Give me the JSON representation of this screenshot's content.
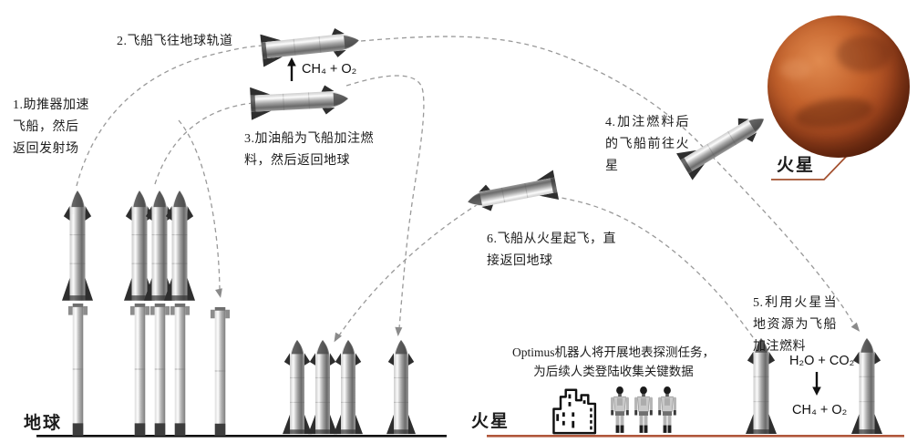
{
  "diagram": {
    "earth_label": "地球",
    "mars_surface_label": "火星",
    "mars_planet_label": "火星",
    "steps": {
      "step1": "1.助推器加速飞船，然后返回发射场",
      "step2": "2.飞船飞往地球轨道",
      "step3": "3.加油船为飞船加注燃料，然后返回地球",
      "step4": "4.加注燃料后的飞船前往火星",
      "step5": "5.利用火星当地资源为飞船加注燃料",
      "step6": "6.飞船从火星起飞，直接返回地球"
    },
    "optimus_note": {
      "line1": "Optimus机器人将开展地表探测任务，",
      "line2": "为后续人类登陆收集关键数据"
    },
    "chemistry": {
      "orbit_refuel_propellant": "CH₄ + O₂",
      "isru_input": "H₂O + CO₂",
      "isru_output": "CH₄ + O₂"
    },
    "colors": {
      "trajectory": "#999999",
      "earth_ground_line": "#111111",
      "mars_ground_line": "#b0573b",
      "mars_accent": "#a3502f"
    }
  }
}
